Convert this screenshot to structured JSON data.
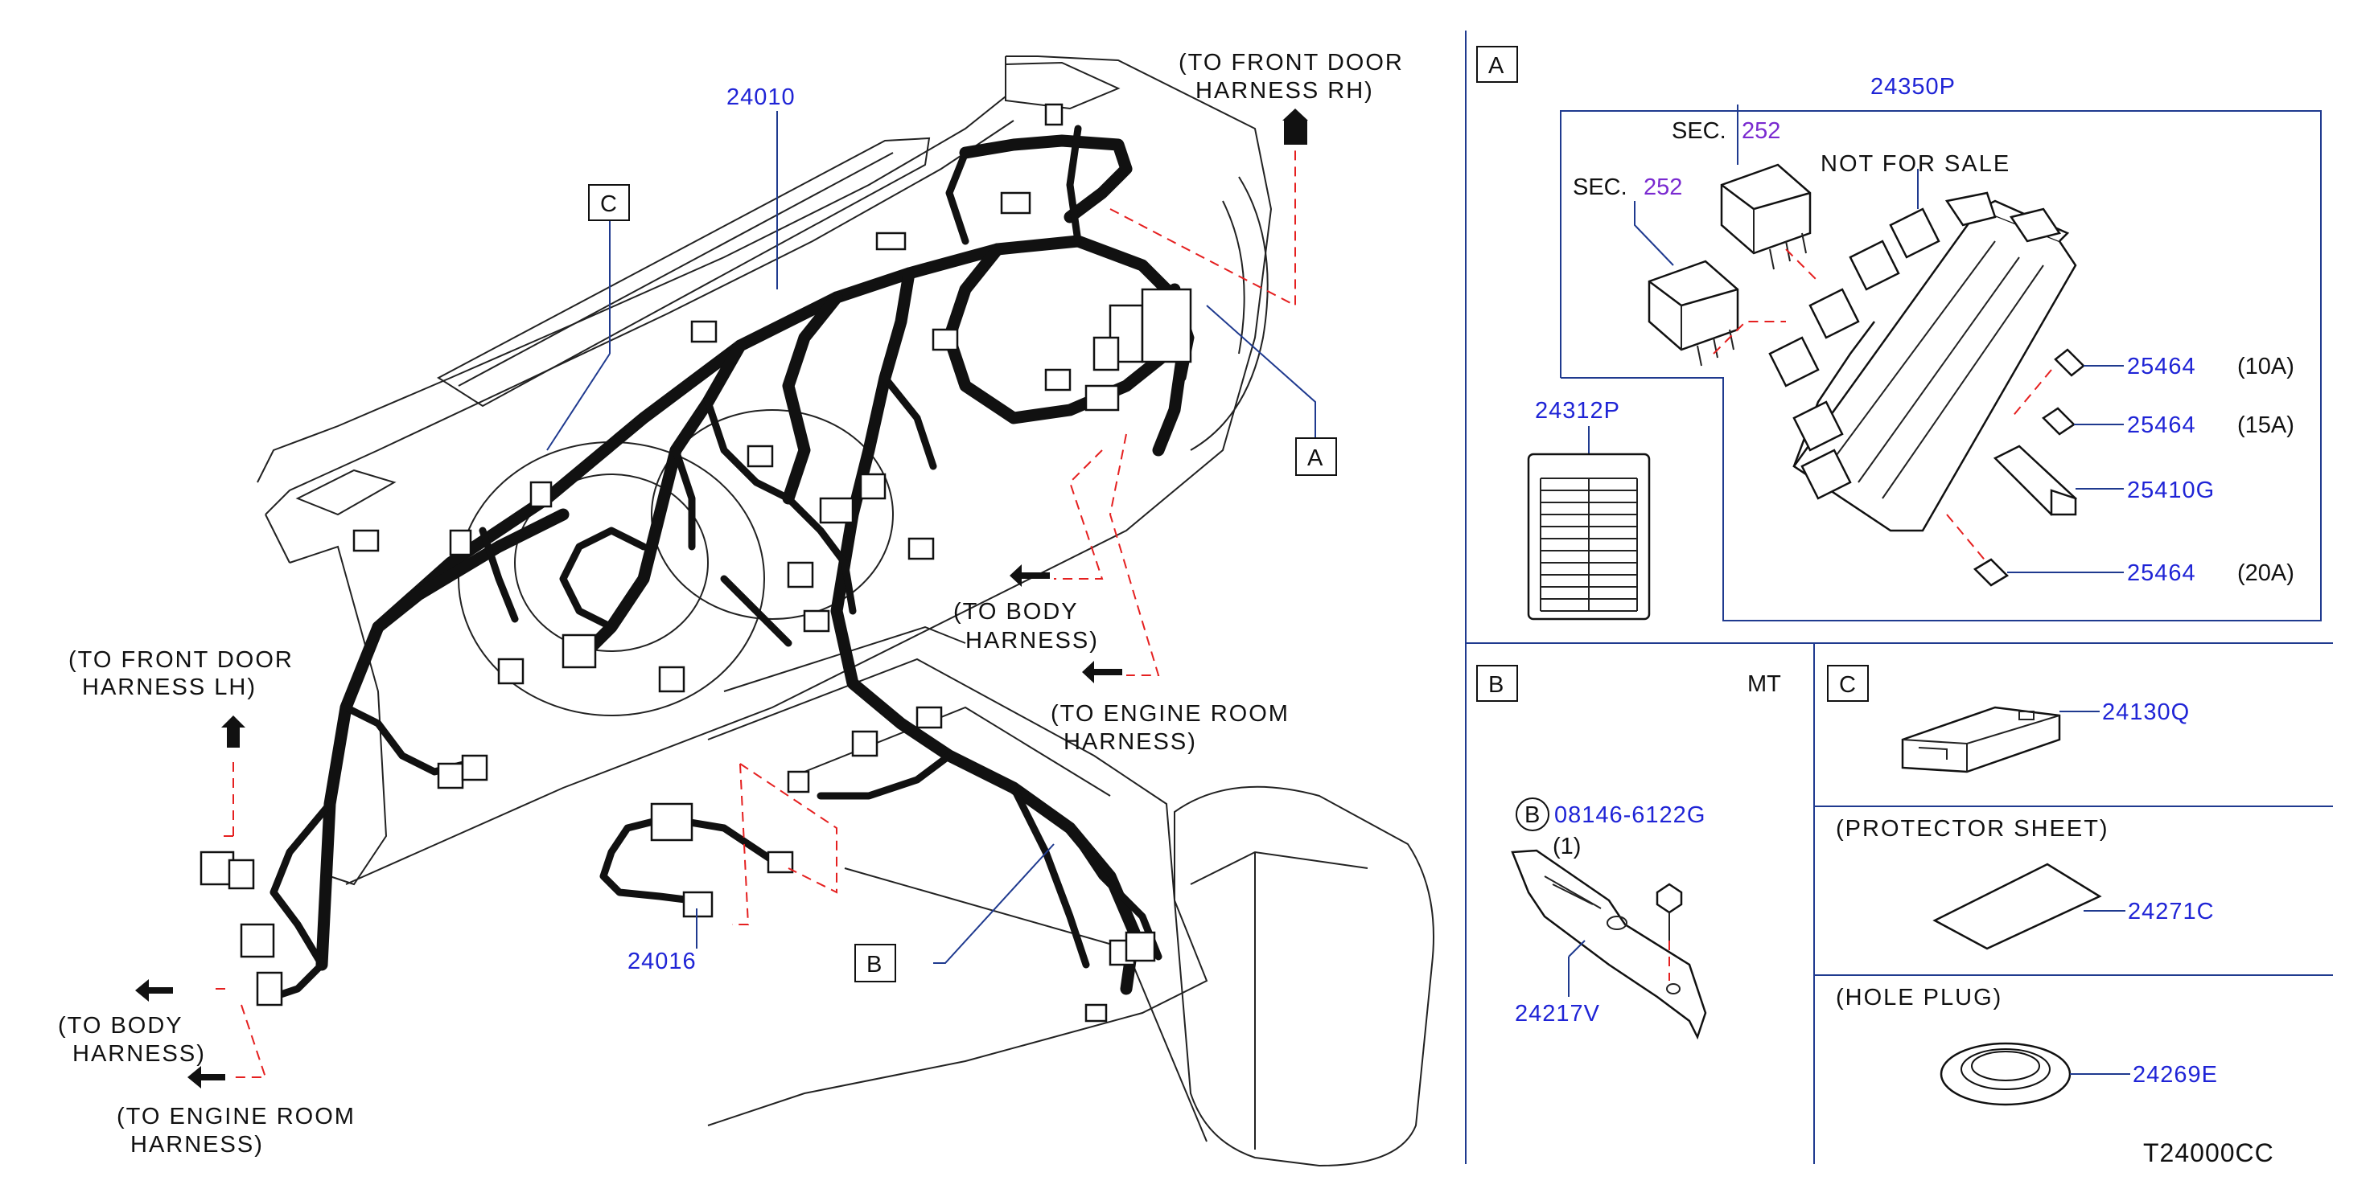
{
  "diagram_code": "T24000CC",
  "main": {
    "parts": {
      "p24010": "24010",
      "p24016": "24016"
    },
    "callouts": {
      "C": "C",
      "A": "A",
      "B": "B"
    },
    "directions": {
      "front_door_rh": [
        "(TO  FRONT  DOOR",
        "HARNESS  RH)"
      ],
      "front_door_lh": [
        "(TO  FRONT  DOOR",
        "HARNESS  LH)"
      ],
      "body_mid": [
        "(TO  BODY",
        "HARNESS)"
      ],
      "engine_mid": [
        "(TO  ENGINE  ROOM",
        "HARNESS)"
      ],
      "body_left": [
        "(TO  BODY",
        "HARNESS)"
      ],
      "engine_left": [
        "(TO  ENGINE  ROOM",
        "HARNESS)"
      ]
    }
  },
  "panel_a": {
    "letter": "A",
    "p24350p": "24350P",
    "sec_label": "SEC.",
    "sec_num": "252",
    "not_for_sale": "NOT  FOR  SALE",
    "p24312p": "24312P",
    "fuses": [
      {
        "part": "25464",
        "rating": "(10A)"
      },
      {
        "part": "25464",
        "rating": "(15A)"
      },
      {
        "part": "25410G",
        "rating": ""
      },
      {
        "part": "25464",
        "rating": "(20A)"
      }
    ]
  },
  "panel_b": {
    "letter": "B",
    "variant": "MT",
    "bolt_marker": "B",
    "bolt_part": "08146-6122G",
    "bolt_qty": "(1)",
    "bracket_part": "24217V"
  },
  "panel_c": {
    "letter": "C",
    "clip_part": "24130Q",
    "protector_title": "(PROTECTOR  SHEET)",
    "protector_part": "24271C",
    "hole_plug_title": "(HOLE  PLUG)",
    "hole_plug_part": "24269E"
  }
}
